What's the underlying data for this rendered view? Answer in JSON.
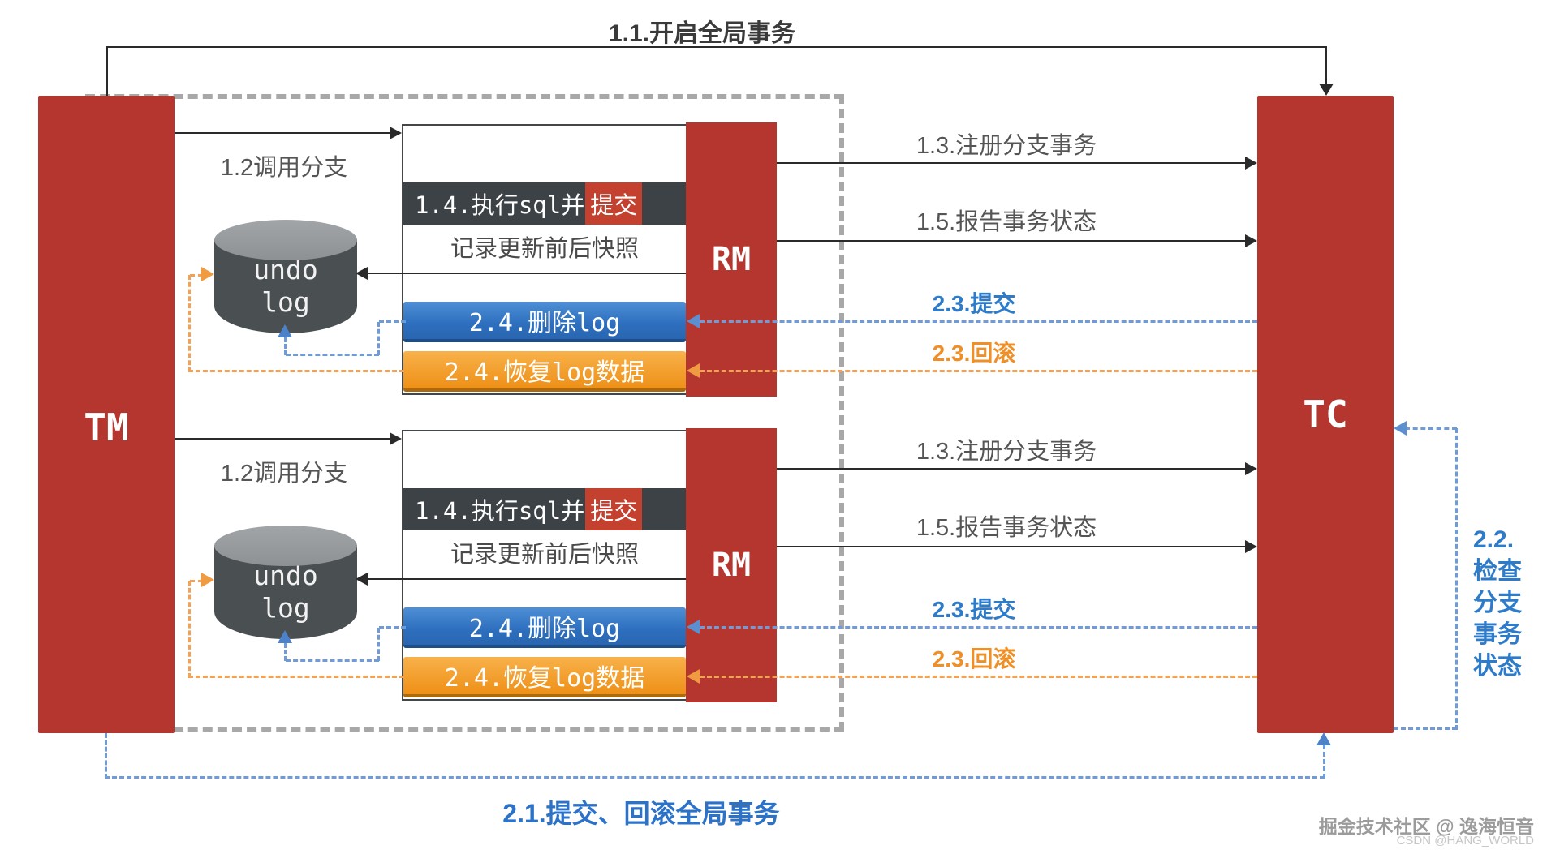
{
  "top_flow": {
    "open_global_tx": "1.1.开启全局事务"
  },
  "nodes": {
    "tm": "TM",
    "tc": "TC",
    "rm": "RM",
    "undo_log": [
      "undo",
      "log"
    ]
  },
  "branch_flow": {
    "call_branch": "1.2调用分支",
    "exec_prefix": "1.4.执行sql并",
    "exec_highlight": "提交",
    "snapshot": "记录更新前后快照",
    "delete_log": "2.4.删除log",
    "restore_log": "2.4.恢复log数据",
    "register_branch": "1.3.注册分支事务",
    "report_status": "1.5.报告事务状态",
    "commit": "2.3.提交",
    "rollback": "2.3.回滚"
  },
  "global_flow": {
    "commit_rollback_global": "2.1.提交、回滚全局事务",
    "check_branch_lines": [
      "2.2.",
      "检查",
      "分支",
      "事务",
      "状态"
    ]
  },
  "watermark": {
    "main": "掘金技术社区 @ 逸海恒音",
    "sub": "CSDN @HANG_WORLD"
  },
  "colors": {
    "node_red": "#b5362e",
    "highlight_red": "#c4402f",
    "dark_bar": "#3d4246",
    "blue_bar": "#2f72c0",
    "orange_bar": "#f09c26",
    "blue_dash": "#6f9bd9",
    "orange_dash": "#f2a257",
    "blue_text": "#2e7cc9",
    "orange_text": "#ee8f27",
    "gray_dash": "#a8a8a8",
    "black_line": "#2a2a2a"
  }
}
